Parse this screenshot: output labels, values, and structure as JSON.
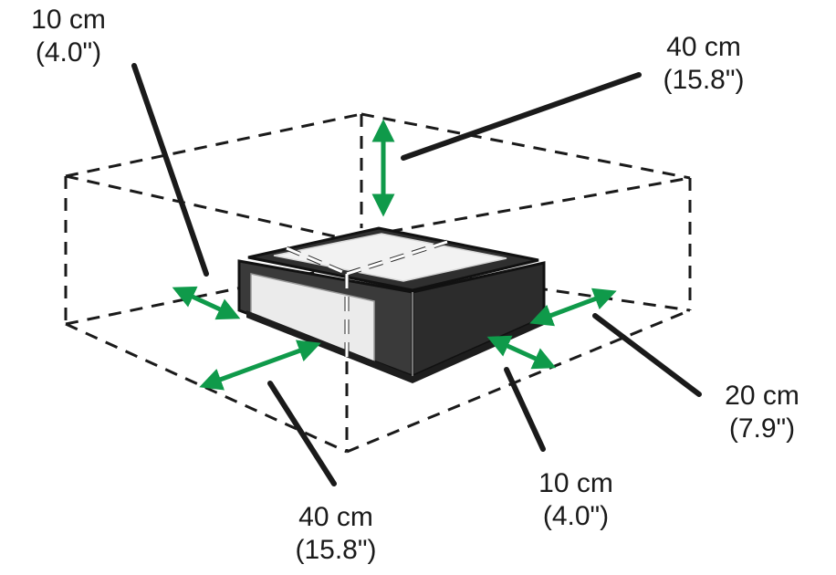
{
  "clearances": {
    "top_left": {
      "metric": "10 cm",
      "imperial": "(4.0\")"
    },
    "top_right": {
      "metric": "40 cm",
      "imperial": "(15.8\")"
    },
    "bottom_left": {
      "metric": "40 cm",
      "imperial": "(15.8\")"
    },
    "bottom_center": {
      "metric": "10 cm",
      "imperial": "(4.0\")"
    },
    "bottom_right": {
      "metric": "20 cm",
      "imperial": "(7.9\")"
    }
  },
  "colors": {
    "arrow": "#0f9a4a",
    "leader": "#1a1a1a",
    "printer_body": "#3a3a3a",
    "printer_front": "#e9e9e9"
  }
}
